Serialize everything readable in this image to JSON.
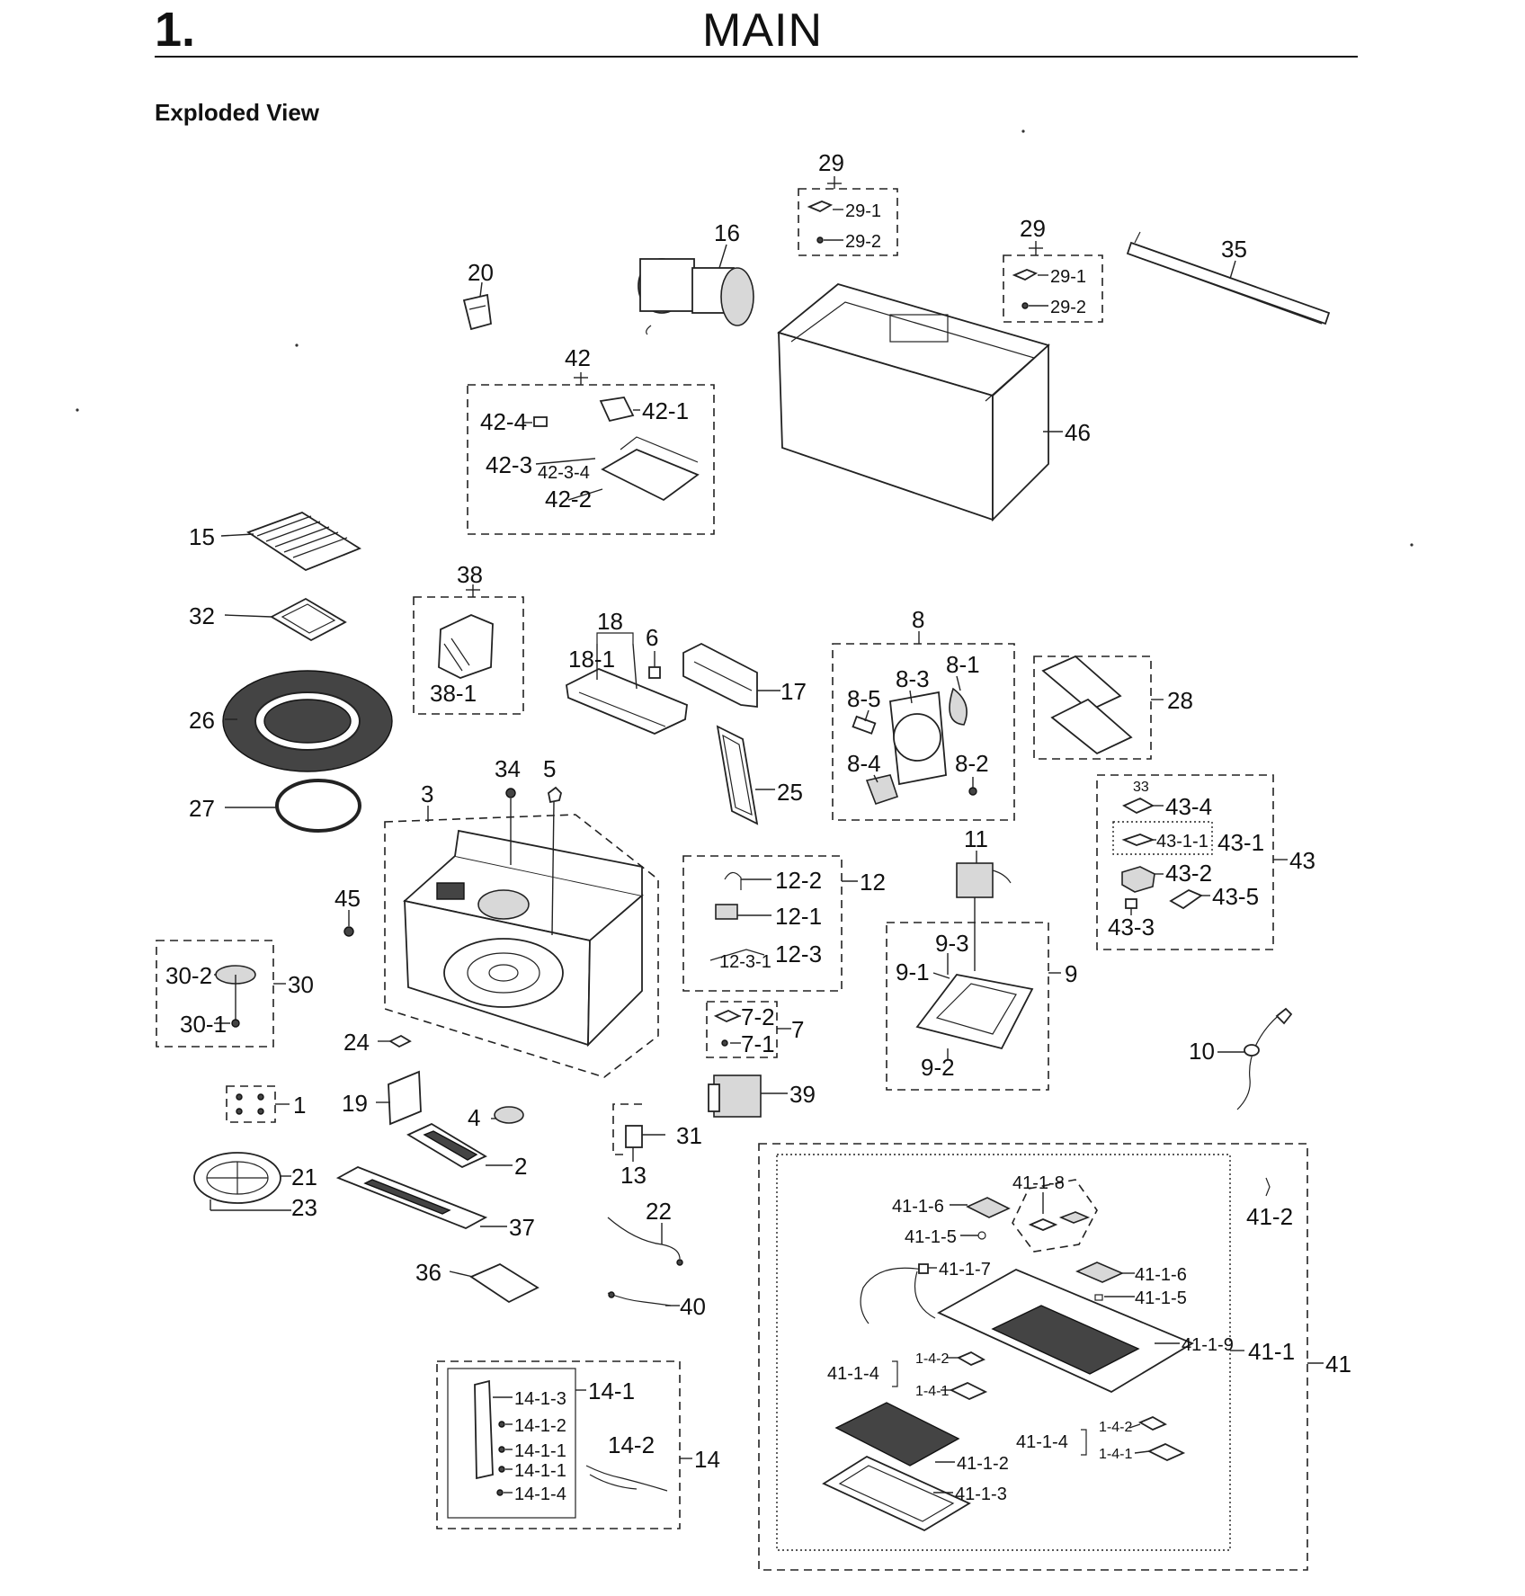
{
  "header": {
    "section_number": "1.",
    "title": "MAIN",
    "subtitle": "Exploded View"
  },
  "callouts": {
    "c1": "1",
    "c2": "2",
    "c3": "3",
    "c4": "4",
    "c5": "5",
    "c6": "6",
    "c7": "7",
    "c7_1": "7-1",
    "c7_2": "7-2",
    "c8": "8",
    "c8_1": "8-1",
    "c8_2": "8-2",
    "c8_3": "8-3",
    "c8_4": "8-4",
    "c8_5": "8-5",
    "c9": "9",
    "c9_1": "9-1",
    "c9_2": "9-2",
    "c9_3": "9-3",
    "c10": "10",
    "c11": "11",
    "c12": "12",
    "c12_1": "12-1",
    "c12_2": "12-2",
    "c12_3": "12-3",
    "c12_3_1": "12-3-1",
    "c13": "13",
    "c14": "14",
    "c14_1": "14-1",
    "c14_2": "14-2",
    "c14_1_1a": "14-1-1",
    "c14_1_1b": "14-1-1",
    "c14_1_2": "14-1-2",
    "c14_1_3": "14-1-3",
    "c14_1_4": "14-1-4",
    "c15": "15",
    "c16": "16",
    "c17": "17",
    "c18": "18",
    "c18_1": "18-1",
    "c19": "19",
    "c20": "20",
    "c21": "21",
    "c22": "22",
    "c23": "23",
    "c24": "24",
    "c25": "25",
    "c26": "26",
    "c27": "27",
    "c28": "28",
    "c29a": "29",
    "c29_1a": "29-1",
    "c29_2a": "29-2",
    "c29b": "29",
    "c29_1b": "29-1",
    "c29_2b": "29-2",
    "c30": "30",
    "c30_1": "30-1",
    "c30_2": "30-2",
    "c31": "31",
    "c32": "32",
    "c33": "33",
    "c34": "34",
    "c35": "35",
    "c36": "36",
    "c37": "37",
    "c38": "38",
    "c38_1": "38-1",
    "c39": "39",
    "c40": "40",
    "c41": "41",
    "c41_1": "41-1",
    "c41_2": "41-2",
    "c41_1_2": "41-1-2",
    "c41_1_3": "41-1-3",
    "c41_1_4a": "41-1-4",
    "c41_1_4b": "41-1-4",
    "c41_1_5a": "41-1-5",
    "c41_1_5b": "41-1-5",
    "c41_1_6a": "41-1-6",
    "c41_1_6b": "41-1-6",
    "c41_1_7": "41-1-7",
    "c41_1_8": "41-1-8",
    "c41_1_9": "41-1-9",
    "c1_4_1a": "1-4-1",
    "c1_4_2a": "1-4-2",
    "c1_4_1b": "1-4-1",
    "c1_4_2b": "1-4-2",
    "c42": "42",
    "c42_1": "42-1",
    "c42_2": "42-2",
    "c42_3": "42-3",
    "c42_3_4": "42-3-4",
    "c42_4": "42-4",
    "c43": "43",
    "c43_1": "43-1",
    "c43_1_1": "43-1-1",
    "c43_2": "43-2",
    "c43_3": "43-3",
    "c43_4": "43-4",
    "c43_5": "43-5",
    "c45": "45",
    "c46": "46"
  }
}
